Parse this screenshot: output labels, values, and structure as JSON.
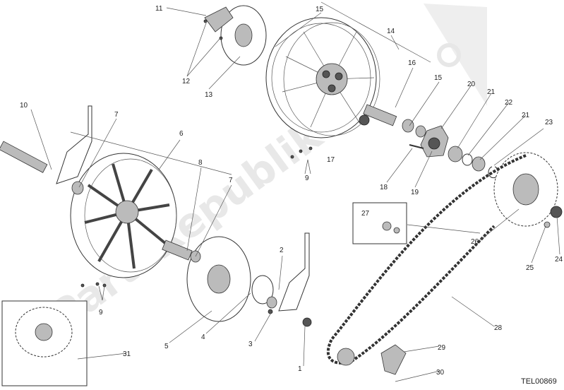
{
  "diagram": {
    "drawing_code": "TEL00869",
    "watermark": "PartsRepublik",
    "callouts": [
      "1",
      "2",
      "3",
      "4",
      "5",
      "6",
      "7",
      "7",
      "8",
      "9",
      "9",
      "9",
      "10",
      "11",
      "12",
      "13",
      "14",
      "15",
      "15",
      "16",
      "17",
      "18",
      "19",
      "20",
      "21",
      "21",
      "22",
      "23",
      "24",
      "25",
      "26",
      "27",
      "28",
      "29",
      "30",
      "31"
    ]
  }
}
